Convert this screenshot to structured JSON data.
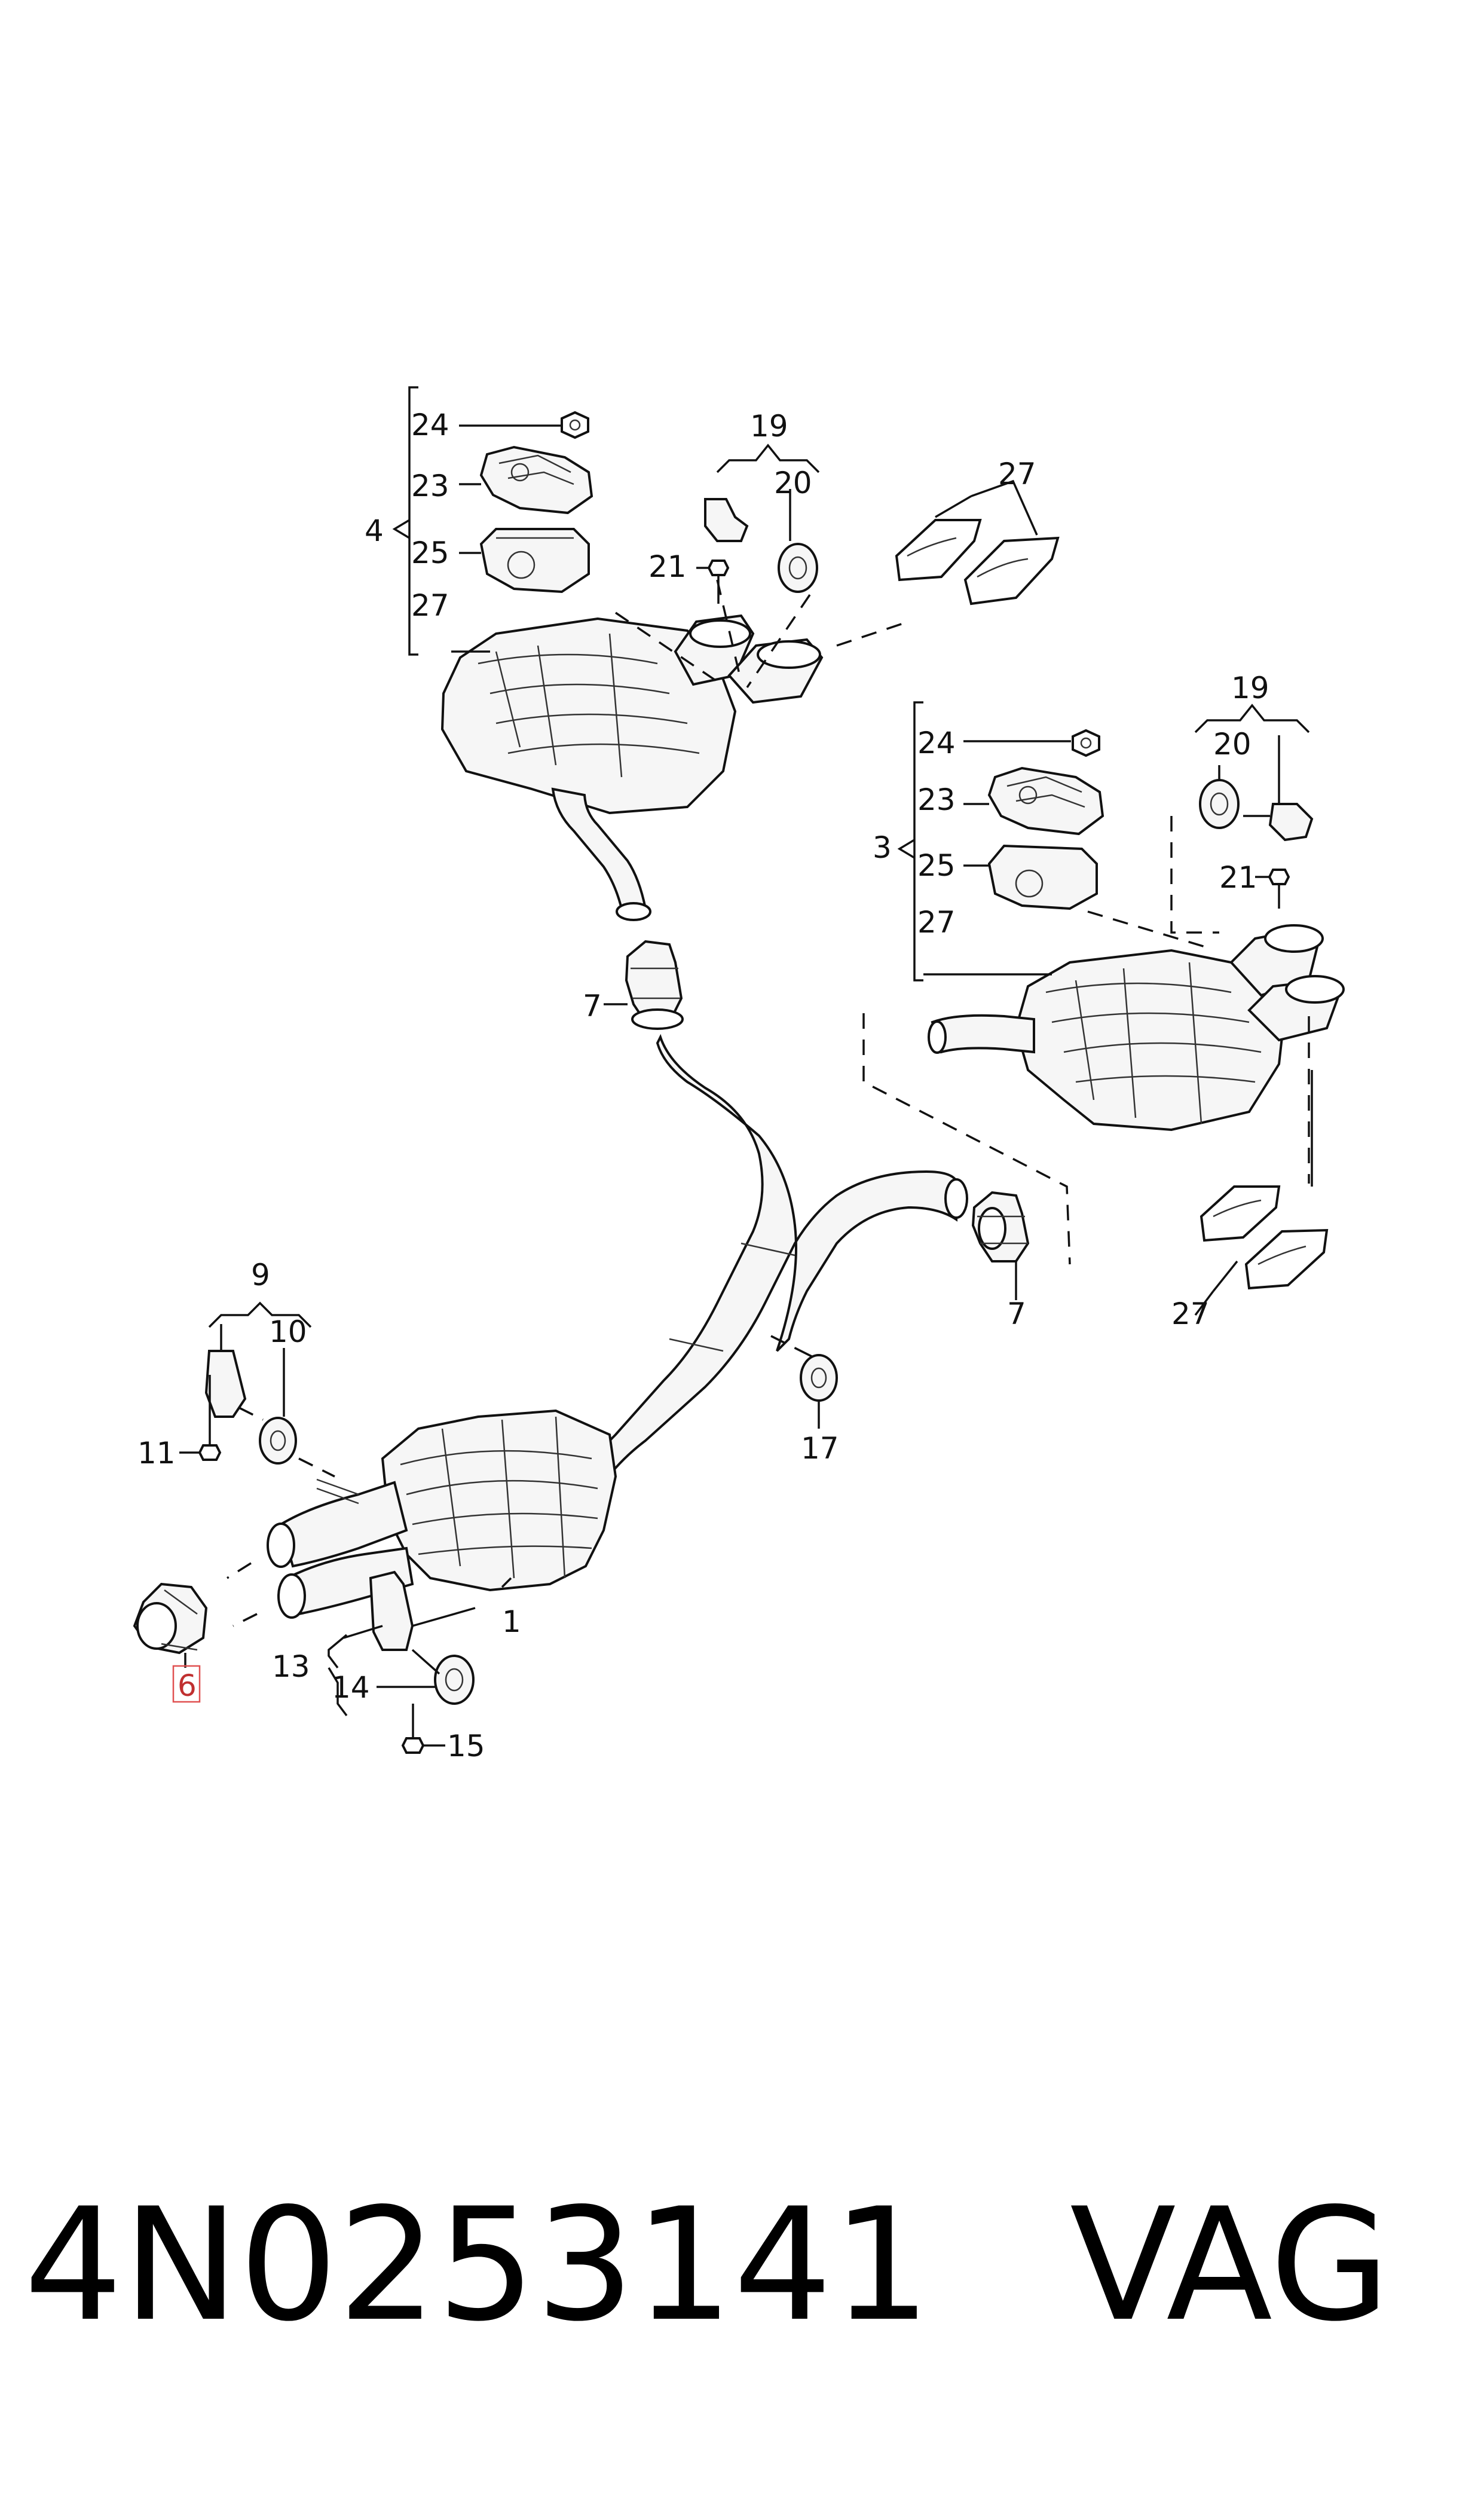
{
  "callouts": {
    "c1": "1",
    "c3": "3",
    "c4": "4",
    "c6": "6",
    "c7a": "7",
    "c7b": "7",
    "c9": "9",
    "c10": "10",
    "c11": "11",
    "c13": "13",
    "c14": "14",
    "c15": "15",
    "c17": "17",
    "c19a": "19",
    "c19b": "19",
    "c20a": "20",
    "c20b": "20",
    "c21a": "21",
    "c21b": "21",
    "c23a": "23",
    "c23b": "23",
    "c24a": "24",
    "c24b": "24",
    "c25a": "25",
    "c25b": "25",
    "c27a": "27",
    "c27b": "27",
    "c27c": "27",
    "c27d": "27"
  },
  "footer": {
    "part_number": "4N0253141",
    "brand": "VAG"
  },
  "colors": {
    "ink": "#111111",
    "highlight": "#e05050"
  }
}
